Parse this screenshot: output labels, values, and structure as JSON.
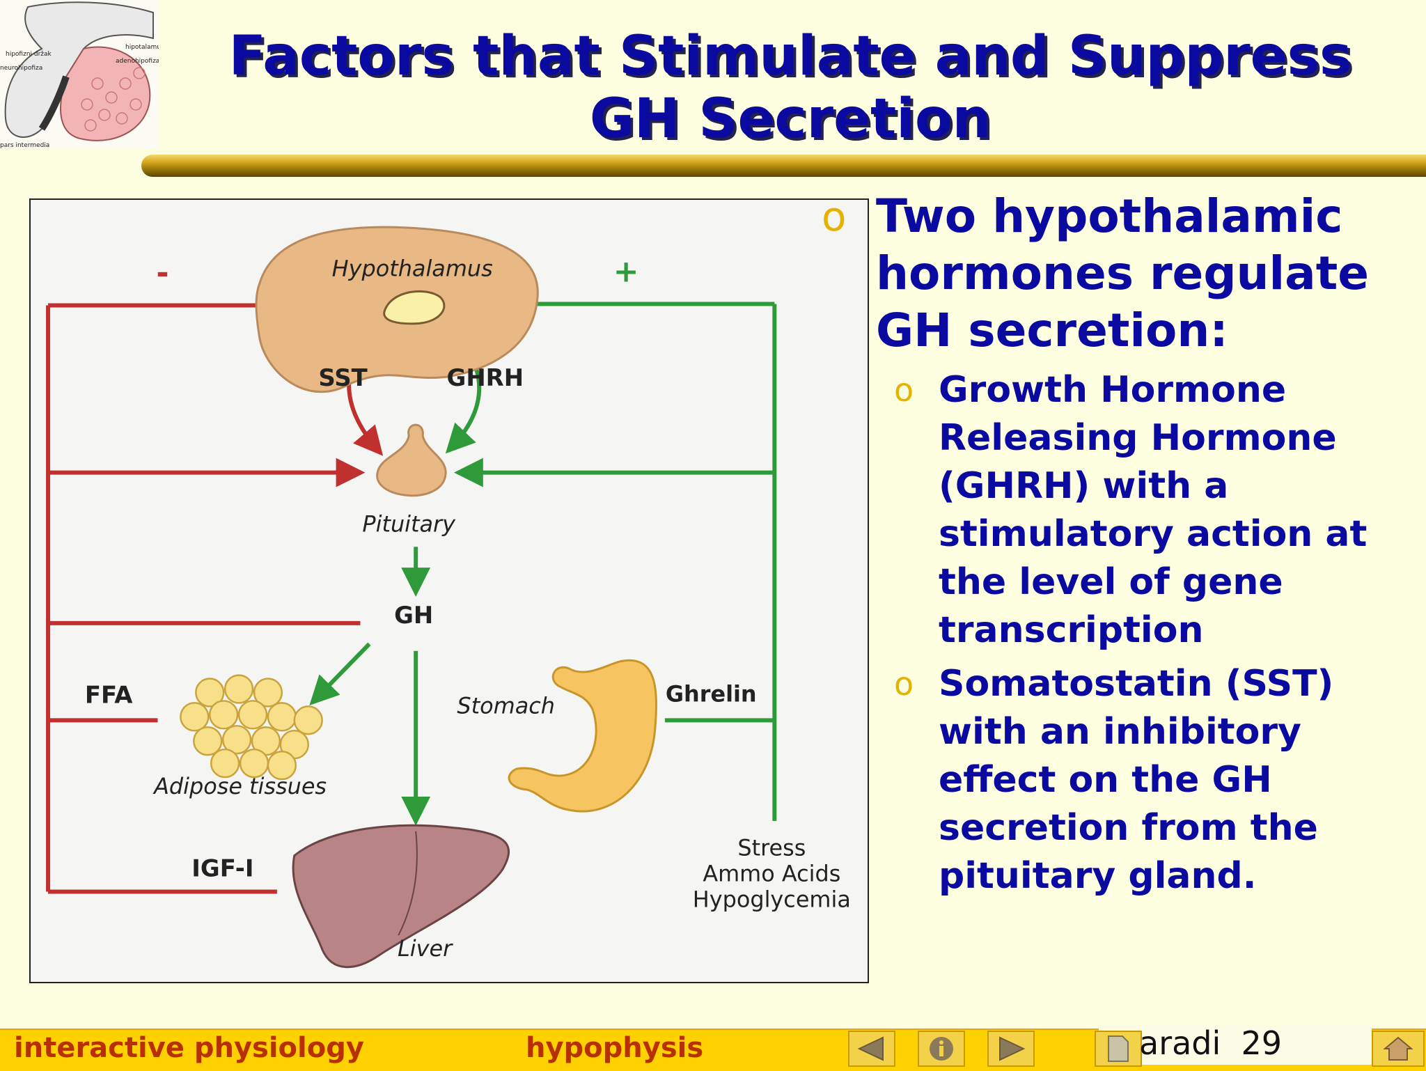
{
  "slide": {
    "title_line1": "Factors that Stimulate and Suppress",
    "title_line2": "GH Secretion",
    "page_label": "aradi  29"
  },
  "corner_image": {
    "labels": {
      "stalk": "hipofizni držak",
      "hypothalamus": "hipotalamus",
      "neuro": "neurohipofiza",
      "adeno": "adenohipofiza",
      "pars": "pars intermedia"
    }
  },
  "diagram": {
    "labels": {
      "minus": "-",
      "plus": "+",
      "hypothalamus": "Hypothalamus",
      "sst": "SST",
      "ghrh": "GHRH",
      "pituitary": "Pituitary",
      "gh": "GH",
      "ffa": "FFA",
      "adipose": "Adipose tissues",
      "stomach": "Stomach",
      "ghrelin": "Ghrelin",
      "igf": "IGF-I",
      "liver": "Liver",
      "stress": "Stress",
      "amino": "Ammo Acids",
      "hypo": "Hypoglycemia"
    },
    "colors": {
      "inhibit": "#c0302e",
      "stimulate": "#2e9a3a",
      "hypothalamus": "#e8b885",
      "stomach": "#f6c460",
      "liver": "#b88486",
      "fat": "#f8e08a"
    }
  },
  "bullets": {
    "main": "Two hypothalamic hormones regulate GH secretion:",
    "items": [
      "Growth Hormone Releasing Hormone (GHRH) with a stimulatory action at the level of gene transcription",
      "Somatostatin (SST) with an inhibitory effect on the GH secretion from the pituitary gland."
    ]
  },
  "footer": {
    "left_text": "interactive physiology",
    "center_text": "hypophysis",
    "nav": [
      "prev-arrow-icon",
      "info-icon",
      "next-arrow-icon",
      "document-icon",
      "home-icon"
    ]
  },
  "colors": {
    "title": "#0a0aa0",
    "bullet_marker": "#e3b300",
    "footer_bg": "#ffd100",
    "footer_text": "#b83000",
    "background": "#fdfde0"
  }
}
